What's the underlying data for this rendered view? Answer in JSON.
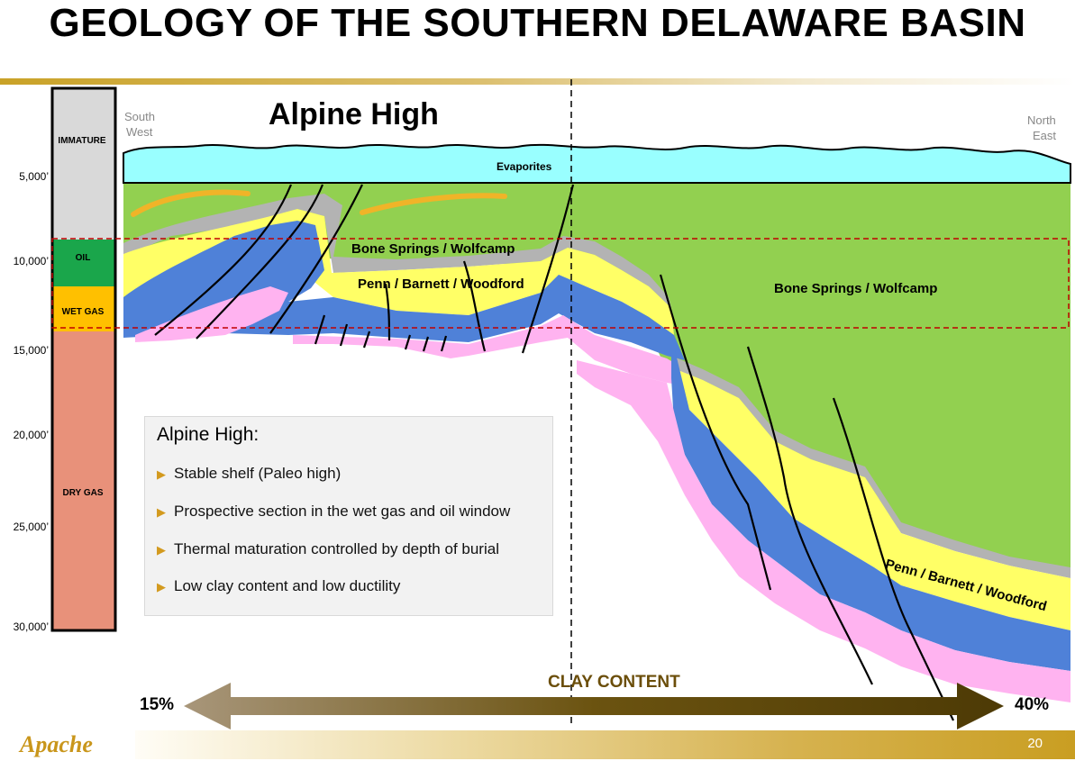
{
  "title": "GEOLOGY OF THE SOUTHERN DELAWARE BASIN",
  "depth_labels": [
    "5,000’",
    "10,000’",
    "15,000’",
    "20,000’",
    "25,000’",
    "30,000’"
  ],
  "zones": {
    "immature": "IMMATURE",
    "oil": "OIL",
    "wet_gas": "WET GAS",
    "dry_gas": "DRY GAS"
  },
  "zone_colors": {
    "immature": "#d9d9d9",
    "oil": "#1aa64b",
    "wet_gas": "#ffc000",
    "dry_gas": "#e8917a"
  },
  "compass": {
    "south_west_1": "South",
    "south_west_2": "West",
    "north_east_1": "North",
    "north_east_2": "East"
  },
  "cross_section": {
    "heading": "Alpine High",
    "evaporites": "Evaporites",
    "bone_springs_left": "Bone Springs / Wolfcamp",
    "penn_left": "Penn / Barnett / Woodford",
    "bone_springs_right": "Bone Springs / Wolfcamp",
    "penn_right": "Penn / Barnett / Woodford"
  },
  "layer_colors": {
    "evaporites": "#99ffff",
    "bone_springs": "#92d050",
    "penn": "#ffff66",
    "blue_layer": "#4f81d8",
    "pink_layer": "#ffb3f0",
    "unconformity": "#b3b3b3",
    "window_box": "#c00000"
  },
  "info_box": {
    "heading": "Alpine High:",
    "items": [
      "Stable shelf (Paleo high)",
      "Prospective section in the wet gas and oil window",
      "Thermal maturation controlled by depth of burial",
      "Low clay content and low ductility"
    ]
  },
  "clay": {
    "label": "CLAY CONTENT",
    "min": "15%",
    "max": "40%"
  },
  "footer": {
    "logo": "Apache",
    "page_number": "20"
  }
}
